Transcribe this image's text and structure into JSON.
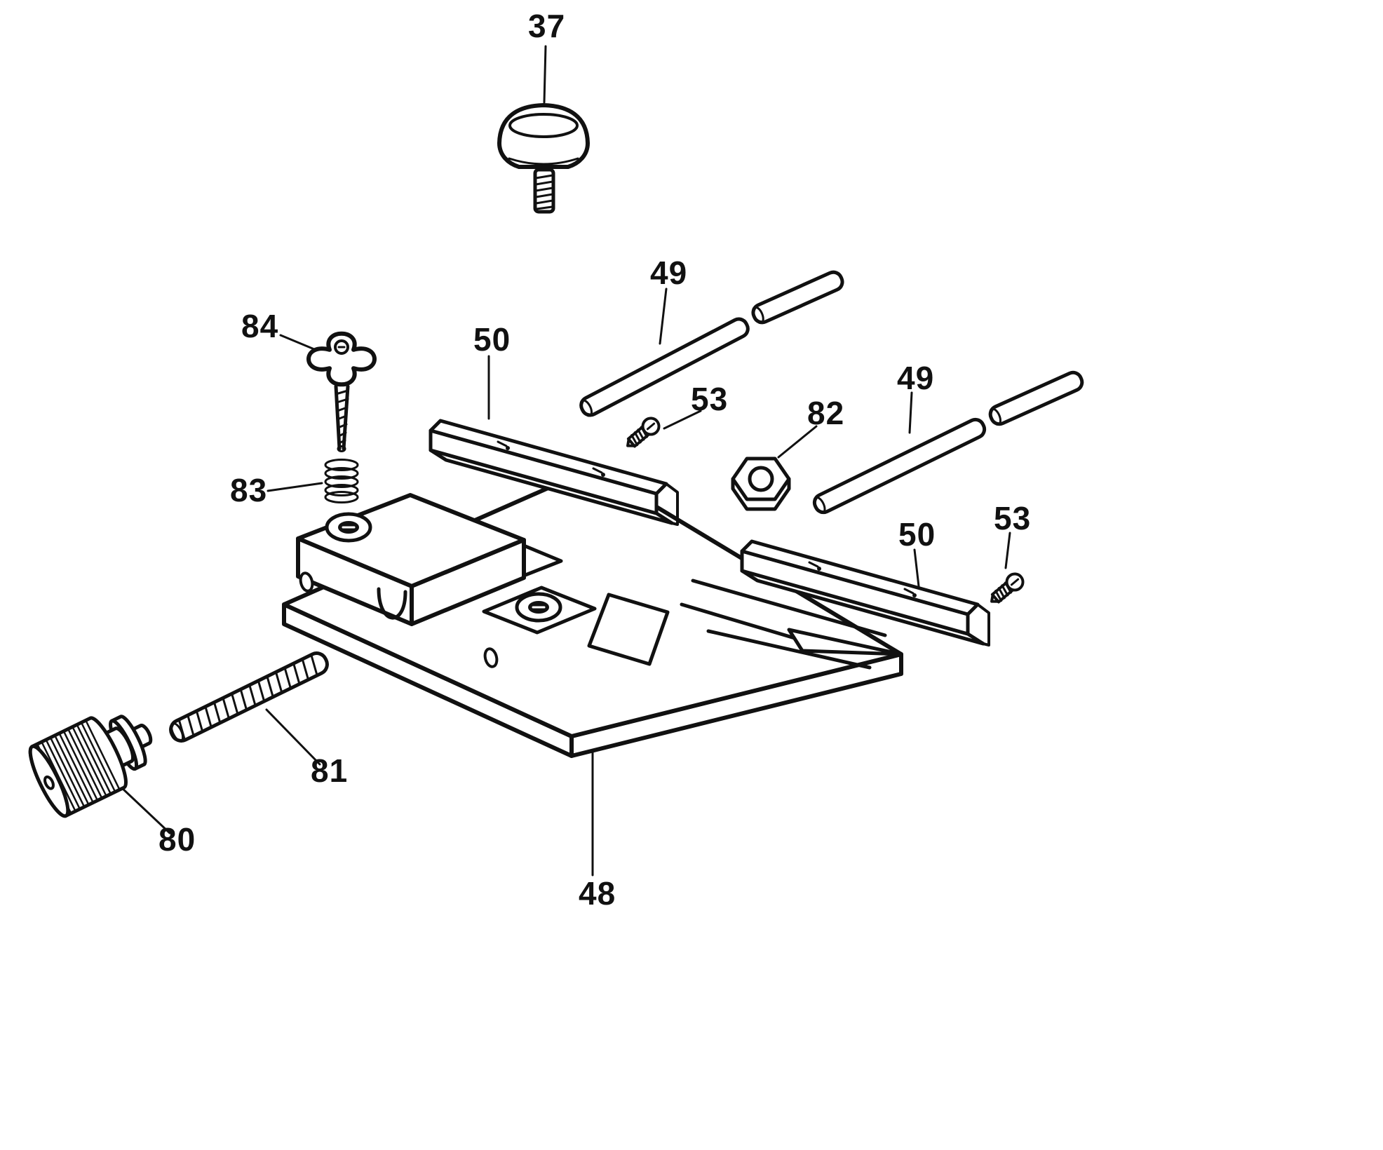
{
  "diagram": {
    "background_color": "#ffffff",
    "line_color": "#111111"
  },
  "labels": {
    "part37": "37",
    "part49_left": "49",
    "part49_right": "49",
    "part50_left": "50",
    "part50_right": "50",
    "part53_left": "53",
    "part53_right": "53",
    "part48": "48",
    "part80": "80",
    "part81": "81",
    "part82": "82",
    "part83": "83",
    "part84": "84"
  }
}
